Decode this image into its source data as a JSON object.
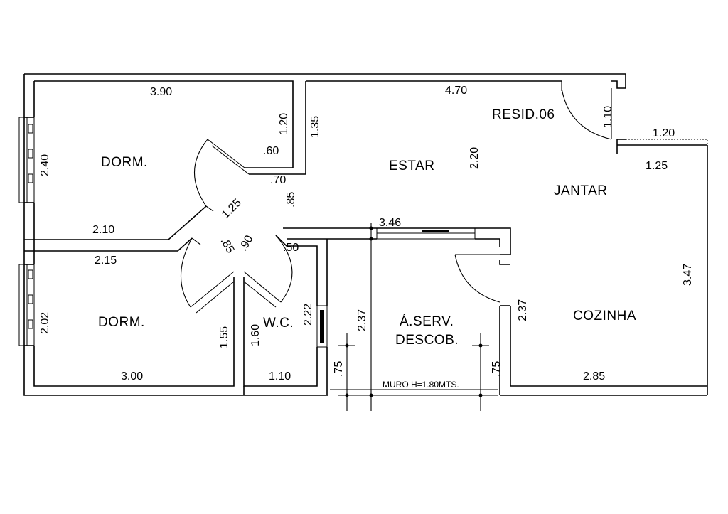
{
  "rooms": {
    "dorm1": "DORM.",
    "dorm2": "DORM.",
    "estar": "ESTAR",
    "jantar": "JANTAR",
    "wc": "W.C.",
    "aserv_line1": "Á.SERV.",
    "aserv_line2": "DESCOB.",
    "cozinha": "COZINHA",
    "resid": "RESID.06"
  },
  "dimensions": {
    "d390": "3.90",
    "d470": "4.70",
    "d120a": "1.20",
    "d060": ".60",
    "d135": "1.35",
    "d110a": "1.10",
    "d120b": "1.20",
    "d240": "2.40",
    "d220": "2.20",
    "d125a": "1.25",
    "d070": ".70",
    "d085a": ".85",
    "d125b": "1.25",
    "d210": "2.10",
    "d215": "2.15",
    "d346": "3.46",
    "d085b": ".85",
    "d090": ".90",
    "d050": ".50",
    "d347": "3.47",
    "d202": "2.02",
    "d155": "1.55",
    "d160": "1.60",
    "d222": "2.22",
    "d237a": "2.37",
    "d237b": "2.37",
    "d300": "3.00",
    "d110b": "1.10",
    "d075a": ".75",
    "d075b": ".75",
    "d285": "2.85"
  },
  "notes": {
    "muro": "MURO H=1.80MTS."
  }
}
